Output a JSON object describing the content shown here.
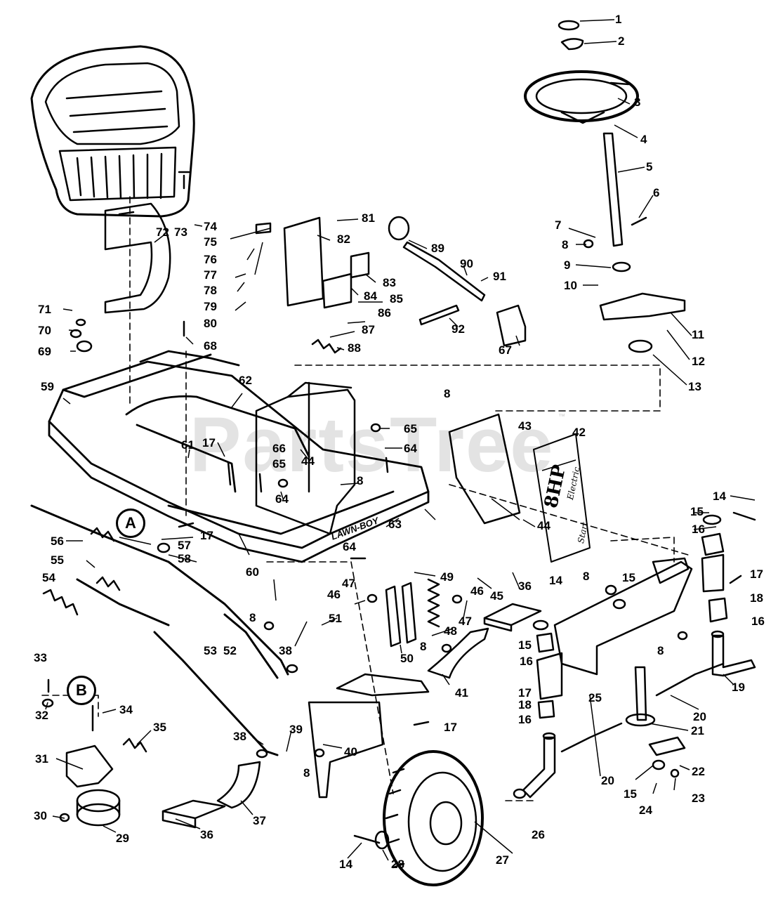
{
  "watermark": "PartsTree",
  "trademark": "™",
  "section_badges": [
    "A",
    "B"
  ],
  "decal": {
    "text": "8HP",
    "subtext_1": "Electric",
    "subtext_2": "Start"
  },
  "frame_brand": "LAWN-BOY",
  "callouts": [
    "1",
    "2",
    "3",
    "4",
    "5",
    "6",
    "7",
    "8",
    "9",
    "10",
    "11",
    "12",
    "13",
    "14",
    "15",
    "16",
    "17",
    "18",
    "19",
    "20",
    "21",
    "22",
    "23",
    "24",
    "25",
    "26",
    "27",
    "28",
    "29",
    "30",
    "31",
    "32",
    "33",
    "34",
    "35",
    "36",
    "37",
    "38",
    "39",
    "40",
    "41",
    "42",
    "43",
    "44",
    "45",
    "46",
    "47",
    "48",
    "49",
    "50",
    "51",
    "52",
    "53",
    "54",
    "55",
    "56",
    "57",
    "58",
    "59",
    "60",
    "61",
    "62",
    "63",
    "64",
    "65",
    "66",
    "67",
    "68",
    "69",
    "70",
    "71",
    "72",
    "73",
    "74",
    "75",
    "76",
    "77",
    "78",
    "79",
    "80",
    "81",
    "82",
    "83",
    "84",
    "85",
    "86",
    "87",
    "88",
    "89",
    "90",
    "91",
    "92"
  ]
}
